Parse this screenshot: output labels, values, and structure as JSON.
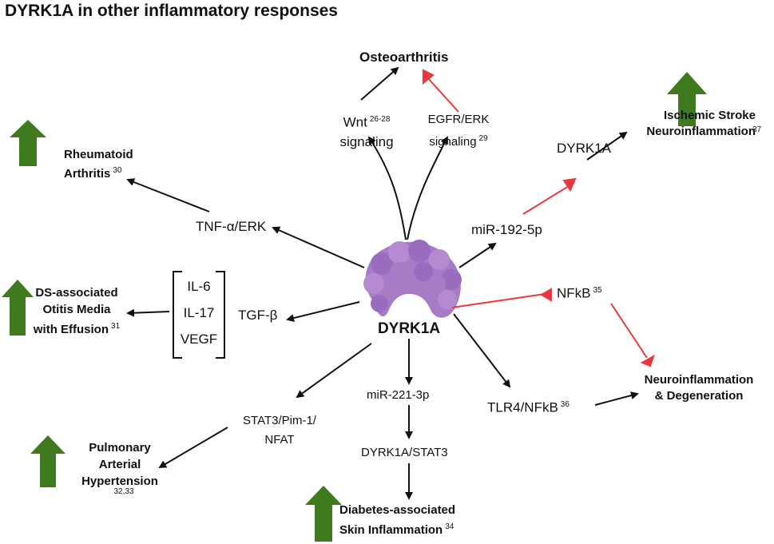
{
  "title": "DYRK1A in other inflammatory responses",
  "center": {
    "label": "DYRK1A"
  },
  "nodes": {
    "osteoarthritis": "Osteoarthritis",
    "wnt_line1": "Wnt",
    "wnt_ref": "26-28",
    "wnt_line2": "signaling",
    "egfr_line1": "EGFR/ERK",
    "egfr_line2": "signaling",
    "egfr_ref": "29",
    "ischemic_line1": "Ischemic Stroke",
    "ischemic_line2": "Neuroinflammation",
    "ischemic_ref": "37",
    "dyrk1a_right": "DYRK1A",
    "mir192": "miR-192-5p",
    "ra_line1": "Rheumatoid",
    "ra_line2": "Arthritis",
    "ra_ref": "30",
    "tnf": "TNF-α/ERK",
    "il6": "IL-6",
    "il17": "IL-17",
    "vegf": "VEGF",
    "tgf": "TGF-β",
    "ds_line1": "DS-associated",
    "ds_line2": "Otitis Media",
    "ds_line3": "with Effusion",
    "ds_ref": "31",
    "nfkb": "NFkB",
    "nfkb_ref": "35",
    "neuro_line1": "Neuroinflammation",
    "neuro_line2": "& Degeneration",
    "tlr4": "TLR4/NFkB",
    "tlr4_ref": "36",
    "stat3_line1": "STAT3/Pim-1/",
    "stat3_line2": "NFAT",
    "pah_line1": "Pulmonary",
    "pah_line2": "Arterial",
    "pah_line3": "Hypertension",
    "pah_ref": "32,33",
    "mir221": "miR-221-3p",
    "dyrk1a_stat3": "DYRK1A/STAT3",
    "diab_line1": "Diabetes-associated",
    "diab_line2": "Skin Inflammation",
    "diab_ref": "34"
  },
  "colors": {
    "arrow": "#111111",
    "inhibit": "#e8383d",
    "up_arrow": "#3f7a1e",
    "protein": "#a67cc6"
  }
}
